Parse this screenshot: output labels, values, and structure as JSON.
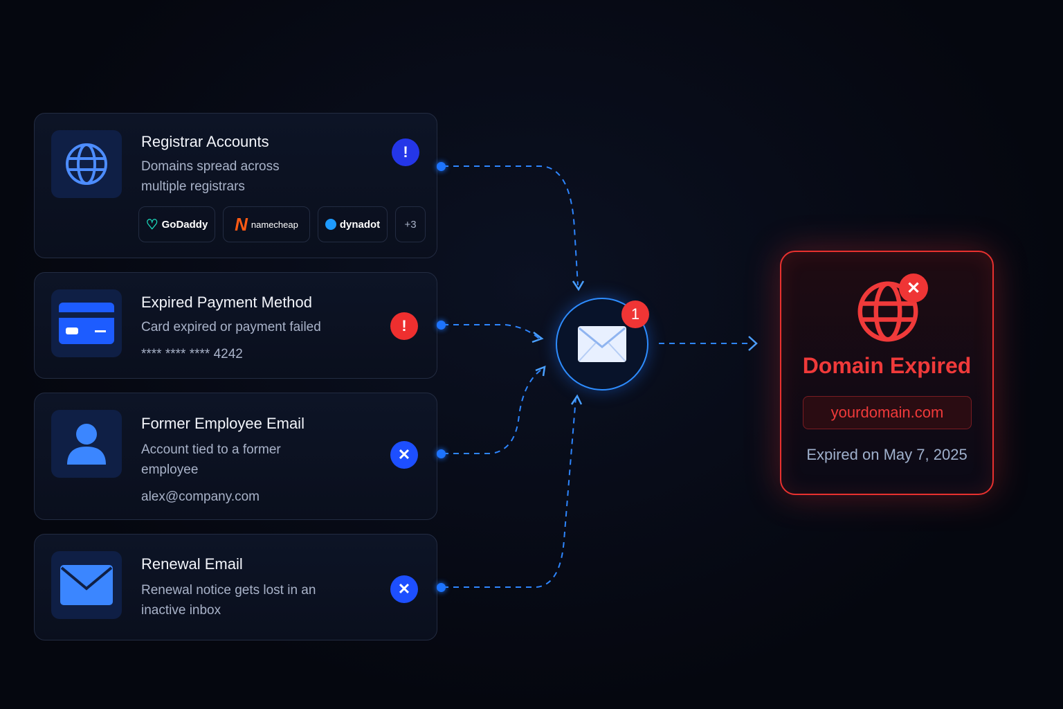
{
  "cards": [
    {
      "title": "Registrar Accounts",
      "desc": "Domains spread across multiple registrars",
      "badge": "!",
      "registrars": [
        "GoDaddy",
        "namecheap",
        "dynadot"
      ],
      "more": "+3"
    },
    {
      "title": "Expired Payment Method",
      "desc": "Card expired or payment failed",
      "badge": "!",
      "card_number": "**** **** **** 4242"
    },
    {
      "title": "Former Employee Email",
      "desc": "Account tied to a former employee",
      "badge": "✕",
      "email": "alex@company.com"
    },
    {
      "title": "Renewal Email",
      "desc": "Renewal notice gets lost in an inactive inbox",
      "badge": "✕"
    }
  ],
  "hub": {
    "count": "1"
  },
  "result": {
    "title": "Domain Expired",
    "domain": "yourdomain.com",
    "expired": "Expired on May 7, 2025"
  },
  "colors": {
    "blue": "#1d74ff",
    "red": "#f03a3a"
  }
}
